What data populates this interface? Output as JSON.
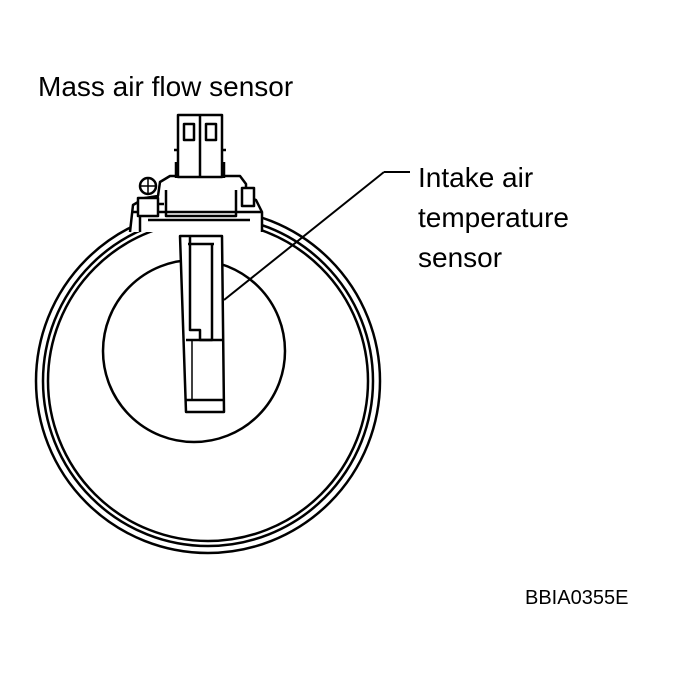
{
  "labels": {
    "mass_air_flow_sensor": "Mass air flow sensor",
    "intake_air_temperature_sensor_lines": [
      "Intake air",
      "temperature",
      "sensor"
    ],
    "figure_code": "BBIA0355E"
  },
  "colors": {
    "line": "#000000",
    "background": "#ffffff"
  }
}
